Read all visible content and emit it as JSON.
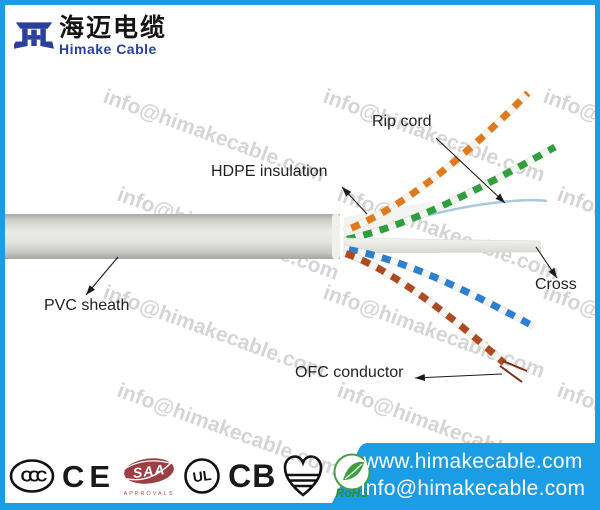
{
  "logo": {
    "chinese": "海迈电缆",
    "english": "Himake Cable"
  },
  "watermark": {
    "text": "info@himakecable.com"
  },
  "diagram": {
    "labels": {
      "rip_cord": "Rip cord",
      "hdpe_insulation": "HDPE insulation",
      "pvc_sheath": "PVC sheath",
      "cross": "Cross",
      "ofc_conductor": "OFC conductor"
    },
    "colors": {
      "sheath": "#d9d9d5",
      "pair_orange": "#e07a1e",
      "pair_green": "#2f9e3c",
      "pair_blue": "#2f7fd0",
      "pair_brown": "#ad4a22",
      "rip_cord_thread": "#aac9e0",
      "cross_filler": "#ebebe7"
    }
  },
  "certifications": [
    {
      "id": "ccc",
      "label": "CCC"
    },
    {
      "id": "ce",
      "label": "CE"
    },
    {
      "id": "saa",
      "label": "SAA",
      "sub": "APPROVALS"
    },
    {
      "id": "ul",
      "label": "UL"
    },
    {
      "id": "cb",
      "label": "CB"
    },
    {
      "id": "heart",
      "label": ""
    },
    {
      "id": "rohs",
      "label": "RoHS"
    }
  ],
  "banner": {
    "line1": "www.himakecable.com",
    "line2": "info@himakecable.com",
    "color": "#1b9de6"
  },
  "frame_color": "#1b9de6"
}
